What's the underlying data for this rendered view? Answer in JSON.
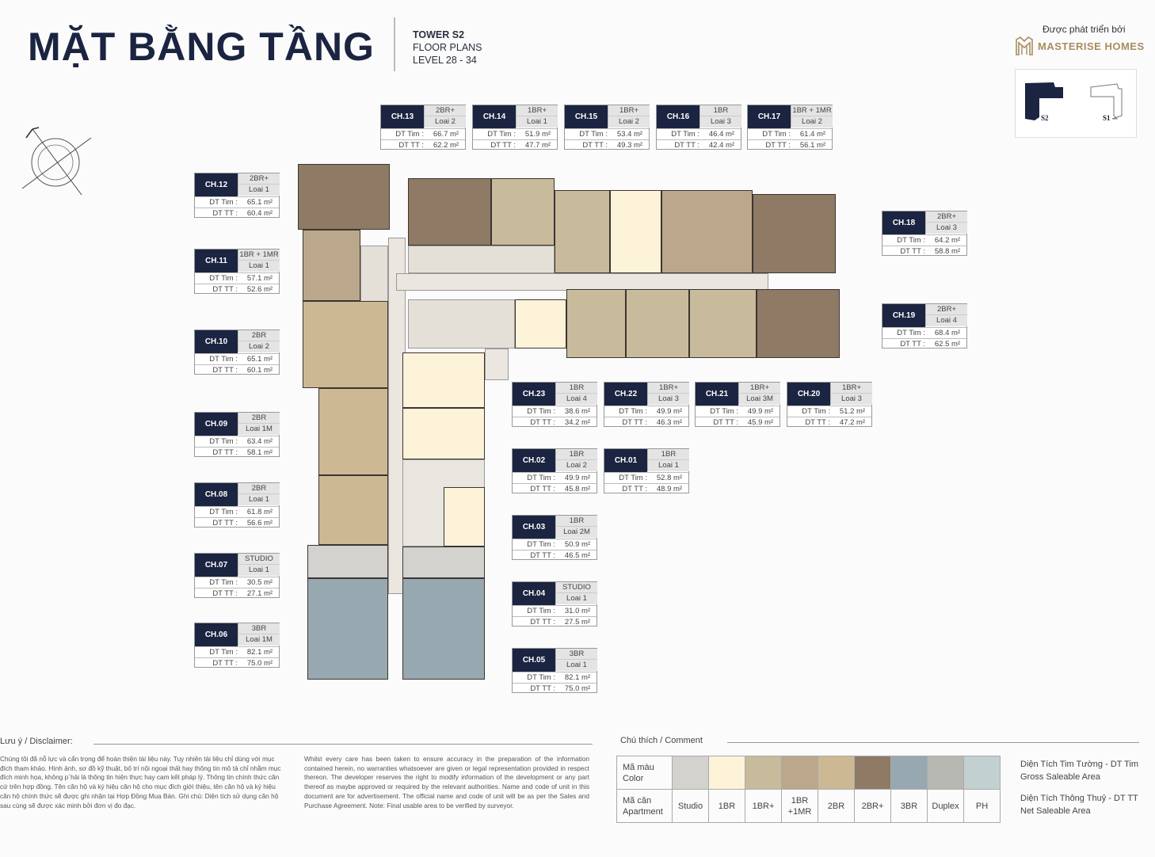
{
  "header": {
    "title": "MẶT BẰNG TẦNG",
    "tower": "TOWER S2",
    "subtitle": "FLOOR PLANS",
    "level": "LEVEL  28 - 34"
  },
  "developer": {
    "label": "Được phát triển bởi",
    "name": "MASTERISE HOMES"
  },
  "keyplan": {
    "s2": "S2",
    "s1": "S1"
  },
  "card_labels": {
    "gross": "DT Tim :",
    "net": "DT TT :"
  },
  "units": [
    {
      "code": "CH.12",
      "type": "2BR+",
      "loai": "Loai 1",
      "dt_tim": "65.1 m²",
      "dt_tt": "60.4 m²"
    },
    {
      "code": "CH.11",
      "type": "1BR + 1MR",
      "loai": "Loai 1",
      "dt_tim": "57.1 m²",
      "dt_tt": "52.6 m²"
    },
    {
      "code": "CH.10",
      "type": "2BR",
      "loai": "Loai 2",
      "dt_tim": "65.1 m²",
      "dt_tt": "60.1 m²"
    },
    {
      "code": "CH.09",
      "type": "2BR",
      "loai": "Loai 1M",
      "dt_tim": "63.4 m²",
      "dt_tt": "58.1 m²"
    },
    {
      "code": "CH.08",
      "type": "2BR",
      "loai": "Loai 1",
      "dt_tim": "61.8 m²",
      "dt_tt": "56.6 m²"
    },
    {
      "code": "CH.07",
      "type": "STUDIO",
      "loai": "Loai 1",
      "dt_tim": "30.5 m²",
      "dt_tt": "27.1 m²"
    },
    {
      "code": "CH.06",
      "type": "3BR",
      "loai": "Loai 1M",
      "dt_tim": "82.1 m²",
      "dt_tt": "75.0 m²"
    },
    {
      "code": "CH.13",
      "type": "2BR+",
      "loai": "Loai 2",
      "dt_tim": "66.7 m²",
      "dt_tt": "62.2 m²"
    },
    {
      "code": "CH.14",
      "type": "1BR+",
      "loai": "Loai 1",
      "dt_tim": "51.9 m²",
      "dt_tt": "47.7 m²"
    },
    {
      "code": "CH.15",
      "type": "1BR+",
      "loai": "Loai 2",
      "dt_tim": "53.4 m²",
      "dt_tt": "49.3 m²"
    },
    {
      "code": "CH.16",
      "type": "1BR",
      "loai": "Loai 3",
      "dt_tim": "46.4 m²",
      "dt_tt": "42.4 m²"
    },
    {
      "code": "CH.17",
      "type": "1BR + 1MR",
      "loai": "Loai 2",
      "dt_tim": "61.4 m²",
      "dt_tt": "56.1 m²"
    },
    {
      "code": "CH.18",
      "type": "2BR+",
      "loai": "Loai 3",
      "dt_tim": "64.2 m²",
      "dt_tt": "58.8 m²"
    },
    {
      "code": "CH.19",
      "type": "2BR+",
      "loai": "Loai 4",
      "dt_tim": "68.4 m²",
      "dt_tt": "62.5 m²"
    },
    {
      "code": "CH.23",
      "type": "1BR",
      "loai": "Loai 4",
      "dt_tim": "38.6 m²",
      "dt_tt": "34.2 m²"
    },
    {
      "code": "CH.22",
      "type": "1BR+",
      "loai": "Loai 3",
      "dt_tim": "49.9 m²",
      "dt_tt": "46.3 m²"
    },
    {
      "code": "CH.21",
      "type": "1BR+",
      "loai": "Loai 3M",
      "dt_tim": "49.9 m²",
      "dt_tt": "45.9 m²"
    },
    {
      "code": "CH.20",
      "type": "1BR+",
      "loai": "Loai 3",
      "dt_tim": "51.2 m²",
      "dt_tt": "47.2 m²"
    },
    {
      "code": "CH.02",
      "type": "1BR",
      "loai": "Loai 2",
      "dt_tim": "49.9 m²",
      "dt_tt": "45.8 m²"
    },
    {
      "code": "CH.01",
      "type": "1BR",
      "loai": "Loai 1",
      "dt_tim": "52.8 m²",
      "dt_tt": "48.9 m²"
    },
    {
      "code": "CH.03",
      "type": "1BR",
      "loai": "Loai 2M",
      "dt_tim": "50.9 m²",
      "dt_tt": "46.5 m²"
    },
    {
      "code": "CH.04",
      "type": "STUDIO",
      "loai": "Loai 1",
      "dt_tim": "31.0 m²",
      "dt_tt": "27.5 m²"
    },
    {
      "code": "CH.05",
      "type": "3BR",
      "loai": "Loai 1",
      "dt_tim": "82.1 m²",
      "dt_tt": "75.0 m²"
    }
  ],
  "disclaimer": {
    "heading": "Lưu ý / Disclaimer:",
    "vi": "Chúng tôi đã nỗ lực và cẩn trọng để hoàn thiện tài liệu này. Tuy nhiên tài liệu chỉ dùng với mục đích tham khảo. Hình ảnh, sơ đồ kỹ thuật, bố trí nội ngoại thất hay thông tin mô tả chỉ nhằm mục đích minh họa, không p´hải là thông tin hiện thực hay cam kết pháp lý. Thông tin chính thức căn cứ trên hợp đồng. Tên căn hộ và ký hiệu căn hộ cho mục đích giới thiệu, tên căn hộ và ký hiệu căn hộ chính thức sẽ được ghi nhận tại Hợp Đồng Mua Bán. Ghi chú: Diện tích sử dụng căn hộ sau cùng sẽ được xác minh bởi đơn vị đo đạc.",
    "en": "Whilst every care has been taken to ensure accuracy in the preparation of the information contained herein, no warranties whatsoever are given or legal representation provided in respect thereon. The developer reserves the right to modify information of the development or any part thereof as maybe approved or required by the relevant authorities. Name and code of unit in this document are for advertisement. The official name and code of unit will be as per the Sales and Purchase Agreement. Note: Final usable area to be verified by surveyor."
  },
  "legend": {
    "heading": "Chú thích / Comment",
    "color_label": "Mã màu Color",
    "apartment_label": "Mã căn Apartment",
    "items": [
      {
        "name": "Studio",
        "color": "#d3d2ce"
      },
      {
        "name": "1BR",
        "color": "#fcf3d9"
      },
      {
        "name": "1BR+",
        "color": "#c8bb9b"
      },
      {
        "name": "1BR +1MR",
        "color": "#bba88c"
      },
      {
        "name": "2BR",
        "color": "#cdb894"
      },
      {
        "name": "2BR+",
        "color": "#8f7a66"
      },
      {
        "name": "3BR",
        "color": "#98a8b0"
      },
      {
        "name": "Duplex",
        "color": "#b8b8b3"
      },
      {
        "name": "PH",
        "color": "#c2d0d2"
      }
    ],
    "gross": "Diện Tích Tim Tường - DT Tim",
    "gross_en": "Gross Saleable Area",
    "net": "Diện Tích Thông Thuỷ - DT TT",
    "net_en": "Net Saleable Area"
  },
  "colors": {
    "navy": "#1b2440",
    "gold": "#a88d5e"
  }
}
